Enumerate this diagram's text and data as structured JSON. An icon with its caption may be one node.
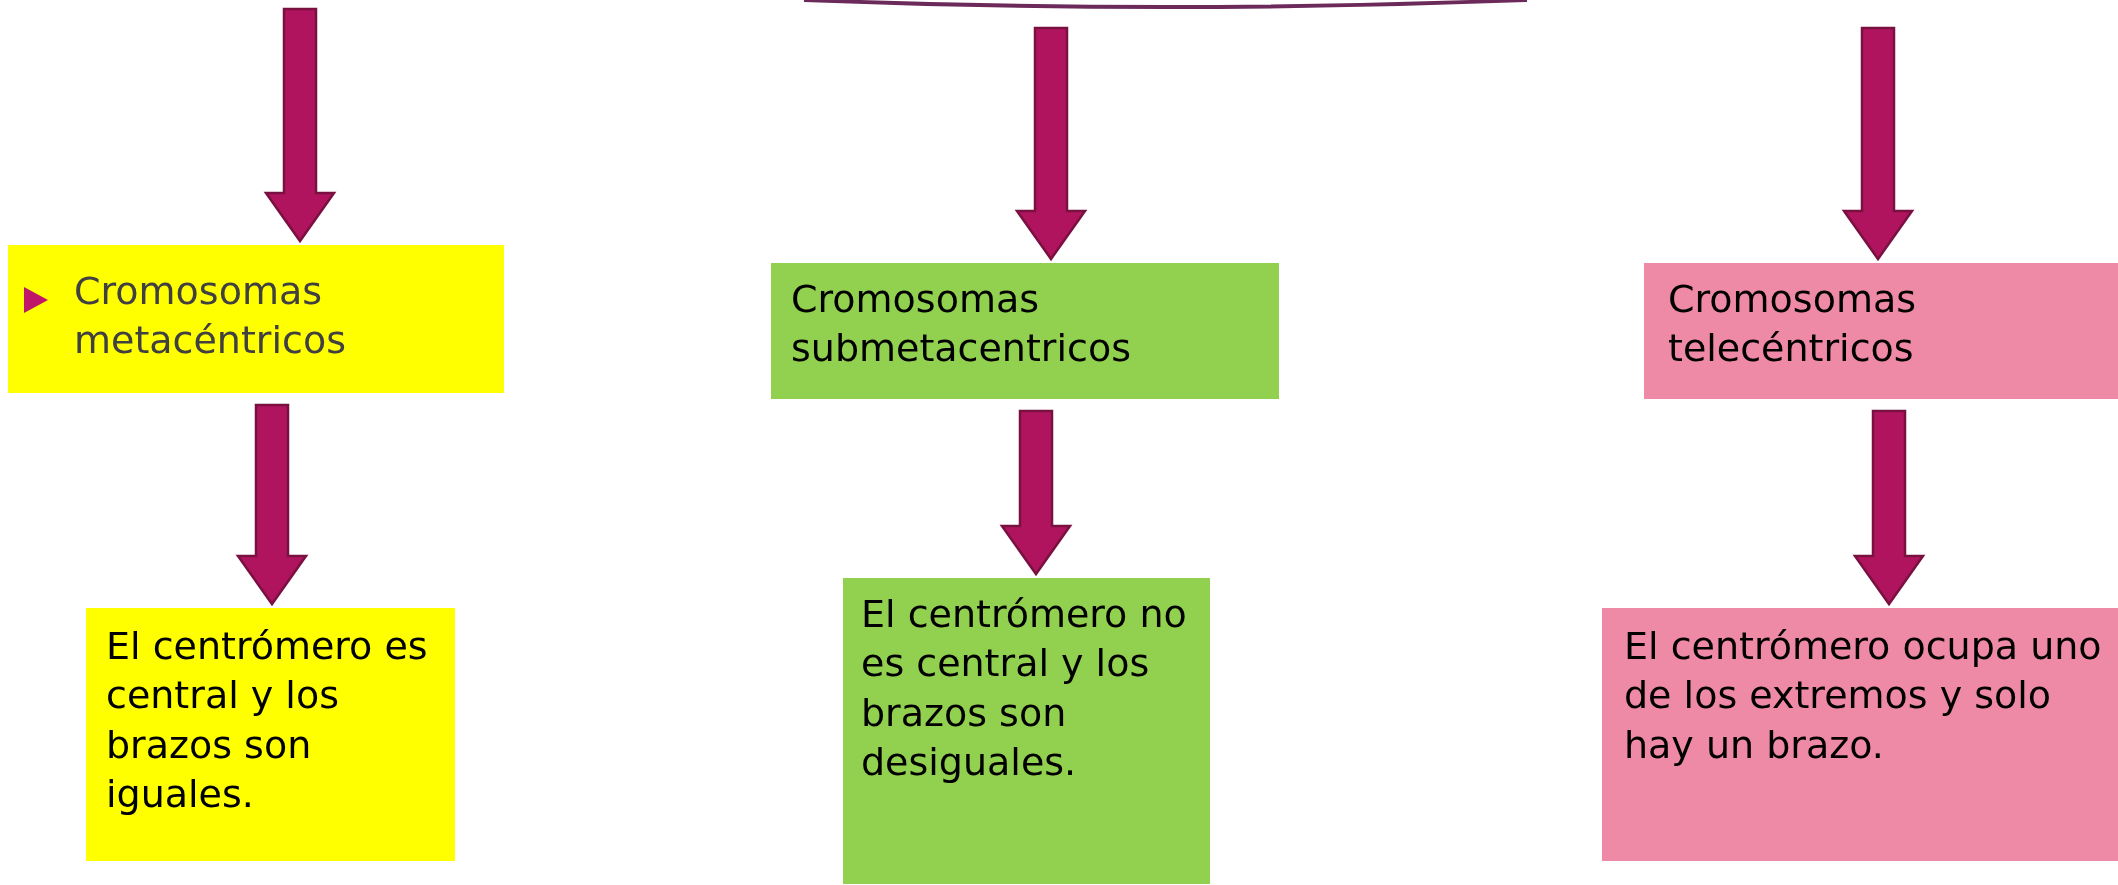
{
  "diagram": {
    "nodes": [
      {
        "text": [
          "Cromosomas metacéntricos"
        ]
      },
      {
        "text": [
          "El centrómero es central y los brazos son iguales."
        ]
      },
      {
        "text": [
          "Cromosomas submetacentricos"
        ]
      },
      {
        "text": [
          "El centrómero no es central y los brazos son desiguales."
        ]
      },
      {
        "text": [
          "Cromosomas telecéntricos"
        ]
      },
      {
        "text": [
          "El centrómero ocupa uno de los extremos y solo hay un brazo."
        ]
      }
    ],
    "edges": [
      {
        "from": null,
        "to": 0,
        "arrow": "to"
      },
      {
        "from": 0,
        "to": 1,
        "arrow": "to"
      },
      {
        "from": null,
        "to": 2,
        "arrow": "to"
      },
      {
        "from": 2,
        "to": 3,
        "arrow": "to"
      },
      {
        "from": null,
        "to": 4,
        "arrow": "to"
      },
      {
        "from": 4,
        "to": 5,
        "arrow": "to"
      }
    ]
  }
}
